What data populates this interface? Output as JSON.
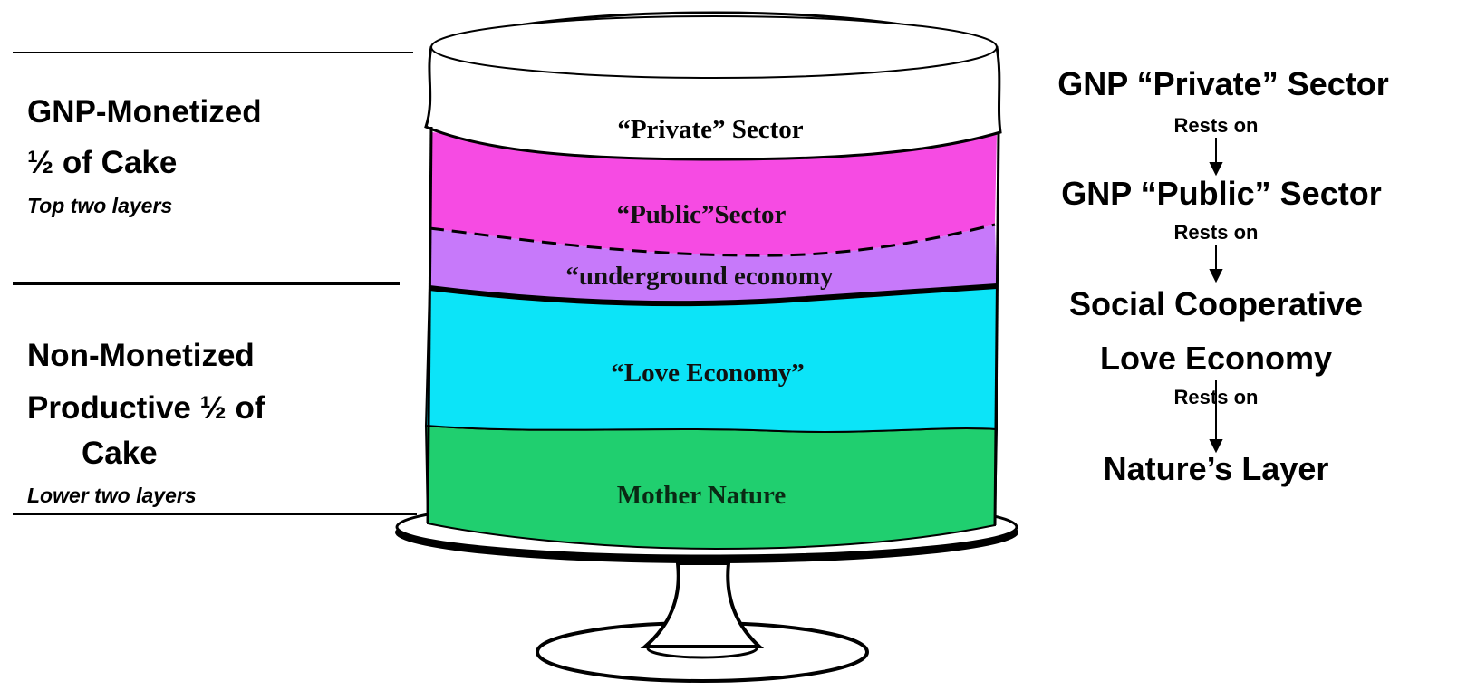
{
  "colors": {
    "private_layer": "#ffffff",
    "public_layer": "#f64be3",
    "underground_layer": "#c779fa",
    "love_layer": "#0ce4f8",
    "nature_layer": "#20cf6f",
    "outline": "#000000"
  },
  "cake_layers": {
    "private": "“Private” Sector",
    "public": "“Public”Sector",
    "underground": "“underground economy",
    "love": "“Love Economy”",
    "nature": "Mother Nature"
  },
  "left": {
    "monetized_title_1": "GNP-Monetized",
    "monetized_title_2": "½ of Cake",
    "monetized_note": "Top two layers",
    "non_monetized_title_1": "Non-Monetized",
    "non_monetized_title_2": "Productive ½ of",
    "non_monetized_title_3": "Cake",
    "non_monetized_note": "Lower two layers"
  },
  "right": {
    "level_1": "GNP “Private” Sector",
    "rests_1": "Rests on",
    "level_2": "GNP “Public” Sector",
    "rests_2": "Rests on",
    "level_3a": "Social Cooperative",
    "level_3b": "Love Economy",
    "rests_3": "Rests on",
    "level_4": "Nature’s Layer"
  }
}
